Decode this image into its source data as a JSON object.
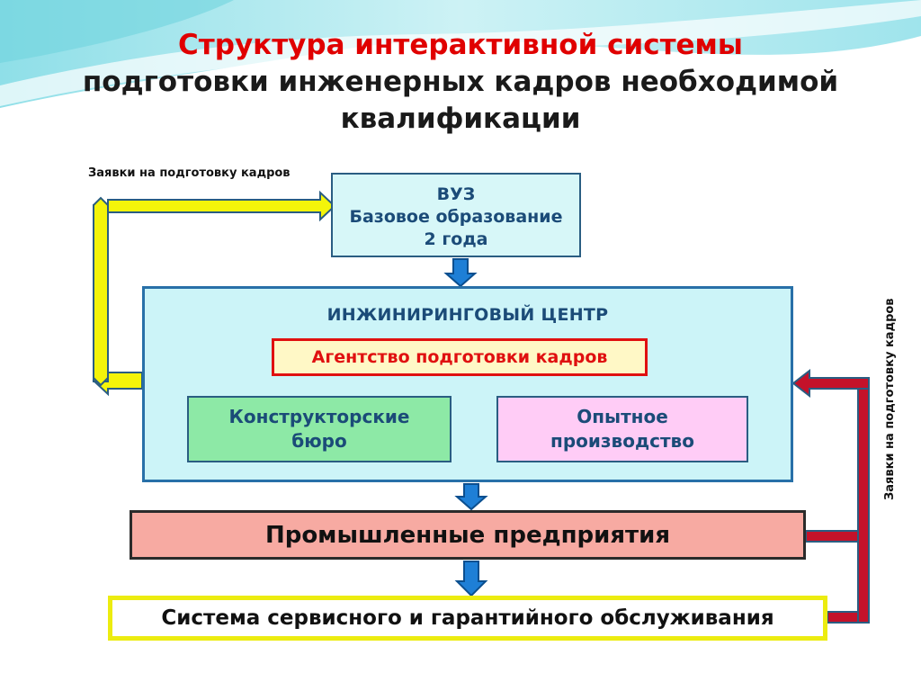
{
  "title": {
    "line1": "Структура интерактивной системы",
    "line2": "подготовки инженерных кадров необходимой",
    "line3": "квалификации"
  },
  "labels": {
    "requests_top": "Заявки на подготовку кадров",
    "requests_side": "Заявки на подготовку кадров"
  },
  "vuz": {
    "line1": "ВУЗ",
    "line2": "Базовое образование",
    "line3": "2 года"
  },
  "center": {
    "title": "ИНЖИНИРИНГОВЫЙ ЦЕНТР",
    "agency": "Агентство подготовки кадров",
    "design_bureau_line1": "Конструкторские",
    "design_bureau_line2": "бюро",
    "pilot_line1": "Опытное",
    "pilot_line2": "производство"
  },
  "industry": "Промышленные предприятия",
  "service": "Система сервисного и гарантийного обслуживания",
  "colors": {
    "title_red": "#e00000",
    "loop_left_yellow": "#f4f40a",
    "loop_right_red": "#c4122a",
    "down_arrow_blue": "#1e7fd6"
  }
}
